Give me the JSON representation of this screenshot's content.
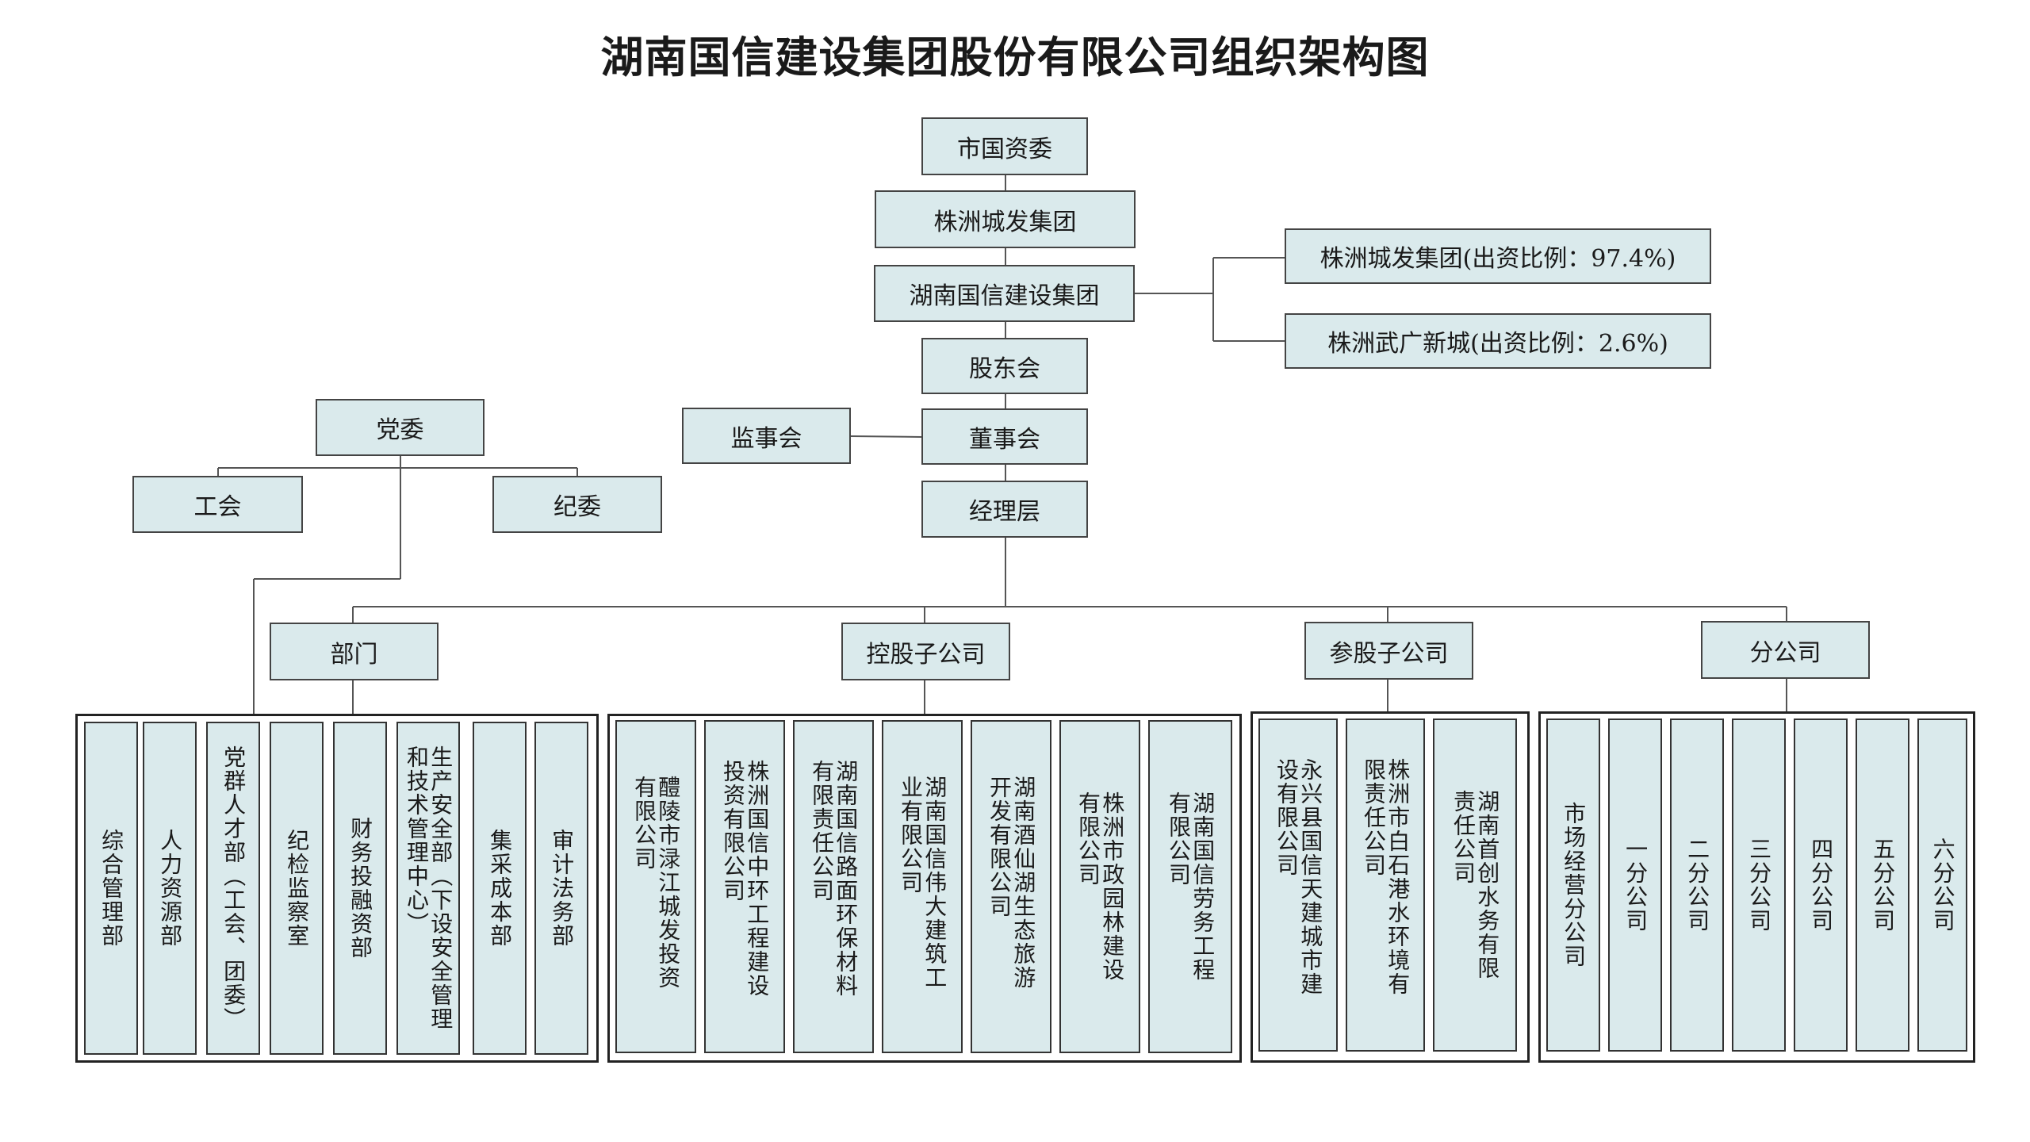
{
  "title": "湖南国信建设集团股份有限公司组织架构图",
  "colors": {
    "box_fill": "#daeaec",
    "line": "#555555",
    "border": "#333333"
  },
  "top": {
    "guozi": "市国资委",
    "chengfa": "株洲城发集团",
    "guoxin": "湖南国信建设集团",
    "gudong": "股东会",
    "dongshi": "董事会",
    "jingli": "经理层",
    "jianshi": "监事会"
  },
  "shareholders": [
    "株洲城发集团(出资比例：97.4%)",
    "株洲武广新城(出资比例：2.6%)"
  ],
  "party": {
    "dangwei": "党委",
    "gonghui": "工会",
    "jiwei": "纪委"
  },
  "categories": {
    "departments": "部门",
    "holding": "控股子公司",
    "equity": "参股子公司",
    "branches": "分公司"
  },
  "department_items": [
    "综合管理部",
    "人力资源部",
    "党群人才部（工会、团委）",
    "纪检监察室",
    "财务投融资部",
    "生产安全部（下设安全管理\n和技术管理中心）",
    "集采成本部",
    "审计法务部"
  ],
  "holding_items": [
    "醴陵市渌江城发投资有限公司",
    "株洲国信中环工程建设投资有限公司",
    "湖南国信路面环保材料有限责任公司",
    "湖南国信伟大建筑工业有限公司",
    "湖南酒仙湖生态旅游开发有限公司",
    "株洲市政园林建设有限公司",
    "湖南国信劳务工程有限公司"
  ],
  "equity_items": [
    "永兴县国信天建城市建设有限公司",
    "株洲市白石港水环境有限责任公司",
    "湖南首创水务有限责任公司"
  ],
  "branch_items": [
    "市场经营分公司",
    "一分公司",
    "二分公司",
    "三分公司",
    "四分公司",
    "五分公司",
    "六分公司"
  ]
}
